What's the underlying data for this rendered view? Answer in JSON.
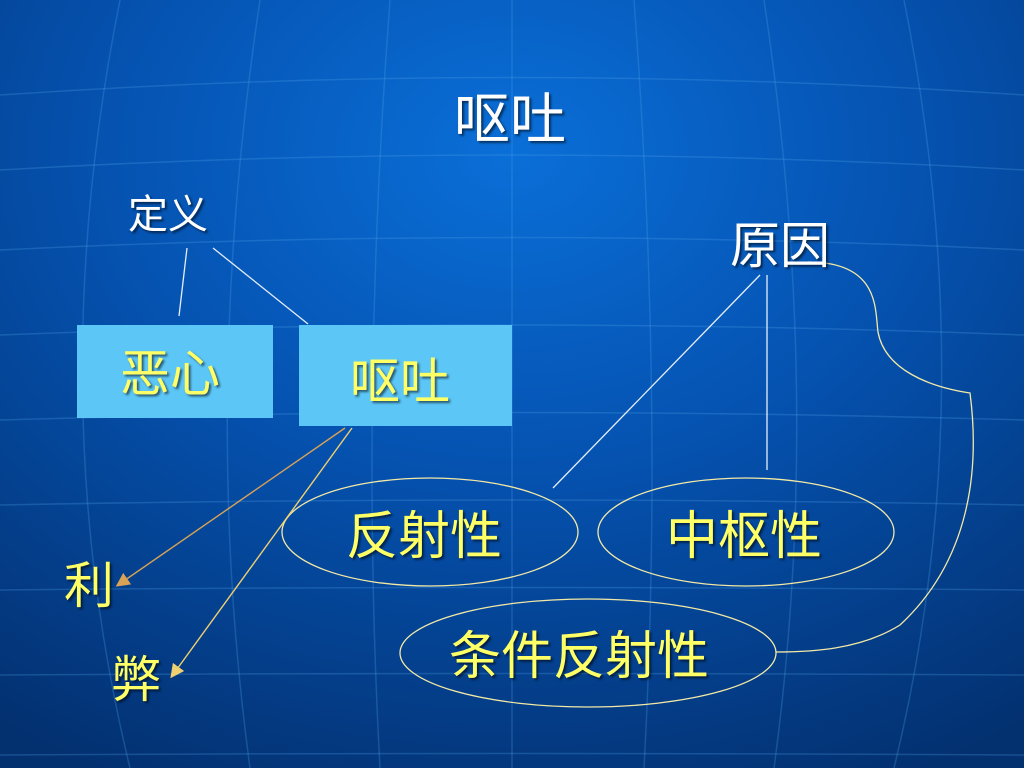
{
  "slide": {
    "title": "呕吐",
    "definition_label": "定义",
    "cause_label": "原因",
    "boxes": {
      "nausea": "恶心",
      "vomiting": "呕吐"
    },
    "cause_types": {
      "reflex": "反射性",
      "central": "中枢性",
      "conditioned_reflex": "条件反射性"
    },
    "effects": {
      "benefit": "利",
      "harm": "弊"
    }
  },
  "colors": {
    "background_top": "#0a6fd8",
    "background_bottom": "#03306f",
    "box_fill": "#5cc6f6",
    "highlight_text": "#ffff66",
    "plain_text": "#ffffff",
    "ellipse_stroke": "#f3e9a6",
    "arrow_orange": "#d9a255",
    "arrow_yellow": "#f0d070"
  }
}
